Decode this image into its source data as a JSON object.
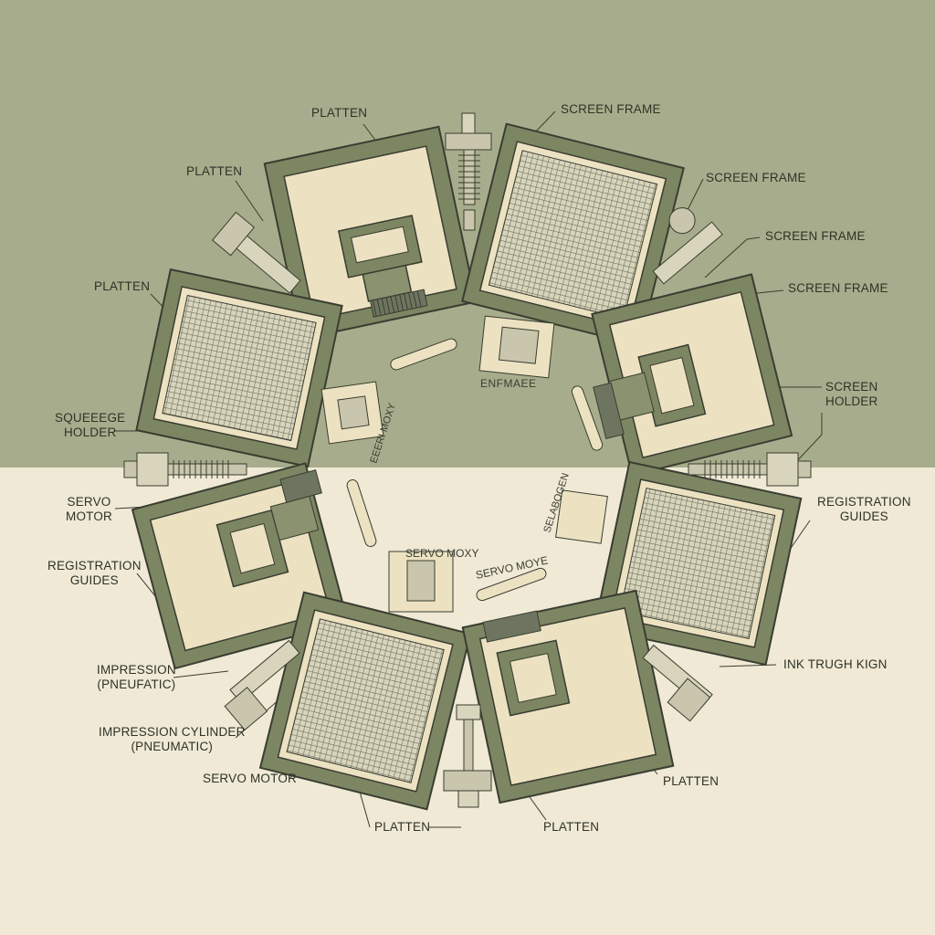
{
  "colors": {
    "top_background": "#a7ad8c",
    "bottom_background": "#efe9d6",
    "frame": "#7d8663",
    "frame_dark": "#4a5038",
    "platen_fill": "#ece2c2",
    "mesh": "#6d7560",
    "line": "#3a3d30"
  },
  "labels": {
    "platten_top": "PLATTEN",
    "platten_left_upper": "PLATTEN",
    "platten_left": "PLATTEN",
    "squeegee_holder": "SQUEEEGE\nHOLDER",
    "servo_motor_left": "SERVO\nMOTOR",
    "registration_guides_left": "REGISTRATION\nGUIDES",
    "impression_pneufatic": "IMPRESSION\n(PNEUFATIC)",
    "impression_cylinder": "IMPRESSION CYLINDER\n(PNEUMATIC)",
    "servo_motor_bottom": "SERVO MOTOR",
    "platten_bottom_left": "PLATTEN",
    "platten_bottom_mid": "PLATTEN",
    "platten_bottom_right": "PLATTEN",
    "ink_trugh_kign": "INK TRUGH KIGN",
    "registration_guides_right": "REGISTRATION\nGUIDES",
    "screen_holder": "SCREEN\nHOLDER",
    "screen_frame_1": "SCREEN FRAME",
    "screen_frame_2": "SCREEN FRAME",
    "screen_frame_3": "SCREEN FRAME",
    "screen_frame_4": "SCREEN FRAME"
  },
  "inline_text": {
    "center_top": "ENFMAEE",
    "rotated_left": "EEERI MOXY",
    "center_servo_left": "SERVO MOXY",
    "center_servo_right": "SERVO MOYE",
    "rotated_right": "SELABOGEN"
  }
}
